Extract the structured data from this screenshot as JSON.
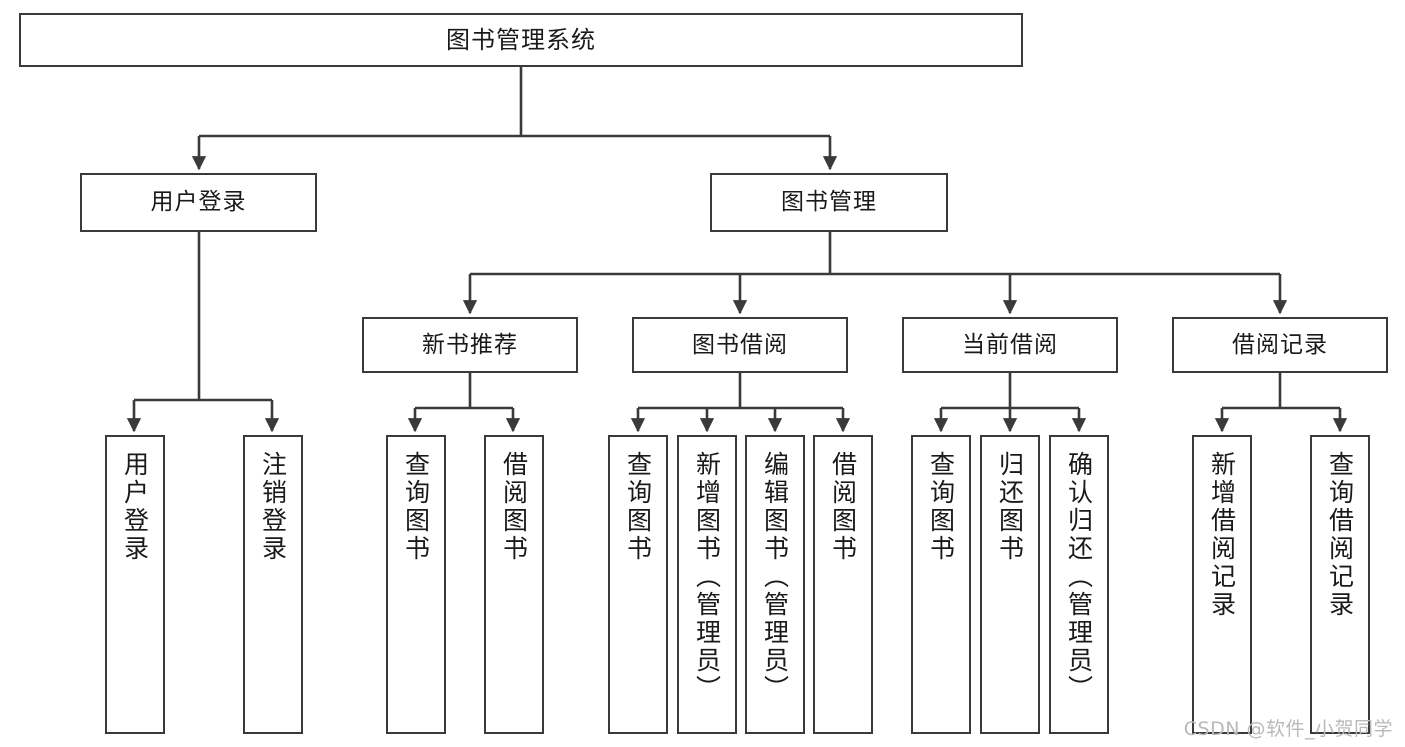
{
  "diagram": {
    "title": "图书管理系统",
    "watermark": "CSDN @软件_小贺同学",
    "stroke_color": "#3a3a3a",
    "background_color": "#ffffff",
    "text_color": "#1a1a1a",
    "watermark_color": "#b9b9b9"
  },
  "nodes": {
    "root": {
      "label": "图书管理系统"
    },
    "level2": [
      {
        "label": "用户登录"
      },
      {
        "label": "图书管理"
      }
    ],
    "level3": [
      {
        "label": "新书推荐"
      },
      {
        "label": "图书借阅"
      },
      {
        "label": "当前借阅"
      },
      {
        "label": "借阅记录"
      }
    ],
    "leaves": [
      {
        "label": "用户登录"
      },
      {
        "label": "注销登录"
      },
      {
        "label": "查询图书"
      },
      {
        "label": "借阅图书"
      },
      {
        "label": "查询图书"
      },
      {
        "label": "新增图书（管理员）"
      },
      {
        "label": "编辑图书（管理员）"
      },
      {
        "label": "借阅图书"
      },
      {
        "label": "查询图书"
      },
      {
        "label": "归还图书"
      },
      {
        "label": "确认归还（管理员）"
      },
      {
        "label": "新增借阅记录"
      },
      {
        "label": "查询借阅记录"
      }
    ]
  },
  "chart_data": {
    "type": "diagram",
    "subtype": "tree-hierarchy",
    "title": "图书管理系统",
    "orientation": "top-down",
    "edge_style": "orthogonal-arrow",
    "levels": 4,
    "tree": {
      "name": "图书管理系统",
      "children": [
        {
          "name": "用户登录",
          "children": [
            {
              "name": "用户登录"
            },
            {
              "name": "注销登录"
            }
          ]
        },
        {
          "name": "图书管理",
          "children": [
            {
              "name": "新书推荐",
              "children": [
                {
                  "name": "查询图书"
                },
                {
                  "name": "借阅图书"
                }
              ]
            },
            {
              "name": "图书借阅",
              "children": [
                {
                  "name": "查询图书"
                },
                {
                  "name": "新增图书（管理员）"
                },
                {
                  "name": "编辑图书（管理员）"
                },
                {
                  "name": "借阅图书"
                }
              ]
            },
            {
              "name": "当前借阅",
              "children": [
                {
                  "name": "查询图书"
                },
                {
                  "name": "归还图书"
                },
                {
                  "name": "确认归还（管理员）"
                }
              ]
            },
            {
              "name": "借阅记录",
              "children": [
                {
                  "name": "新增借阅记录"
                },
                {
                  "name": "查询借阅记录"
                }
              ]
            }
          ]
        }
      ]
    }
  }
}
